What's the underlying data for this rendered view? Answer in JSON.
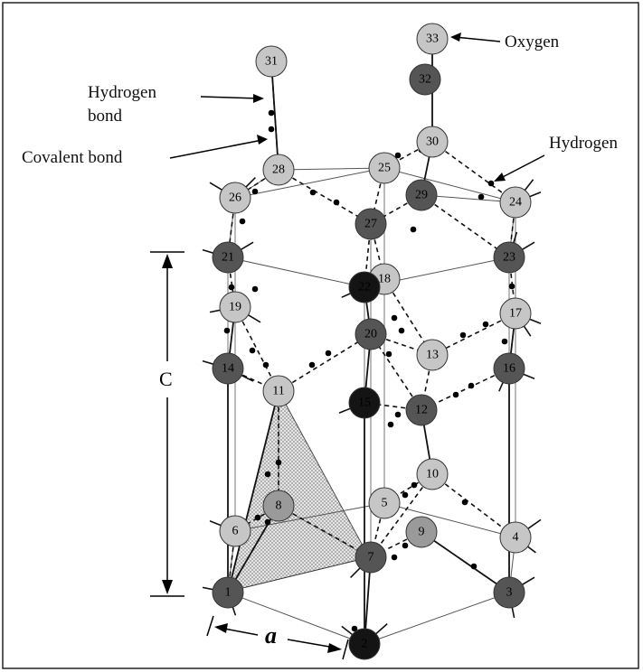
{
  "labels": {
    "oxygen": "Oxygen",
    "hydrogen": "Hydrogen",
    "hydrogen_bond_line1": "Hydrogen",
    "hydrogen_bond_line2": "bond",
    "covalent_bond": "Covalent bond",
    "axis_c": "C",
    "axis_a": "a"
  },
  "atoms": [
    {
      "id": "1",
      "shade": "dark"
    },
    {
      "id": "2",
      "shade": "black"
    },
    {
      "id": "3",
      "shade": "dark"
    },
    {
      "id": "4",
      "shade": "light"
    },
    {
      "id": "5",
      "shade": "light"
    },
    {
      "id": "6",
      "shade": "light"
    },
    {
      "id": "7",
      "shade": "dark"
    },
    {
      "id": "8",
      "shade": "mid"
    },
    {
      "id": "9",
      "shade": "mid"
    },
    {
      "id": "10",
      "shade": "light"
    },
    {
      "id": "11",
      "shade": "light"
    },
    {
      "id": "12",
      "shade": "dark"
    },
    {
      "id": "13",
      "shade": "light"
    },
    {
      "id": "14",
      "shade": "dark"
    },
    {
      "id": "15",
      "shade": "black"
    },
    {
      "id": "16",
      "shade": "dark"
    },
    {
      "id": "17",
      "shade": "light"
    },
    {
      "id": "18",
      "shade": "light"
    },
    {
      "id": "19",
      "shade": "light"
    },
    {
      "id": "20",
      "shade": "dark"
    },
    {
      "id": "21",
      "shade": "dark"
    },
    {
      "id": "22",
      "shade": "black"
    },
    {
      "id": "23",
      "shade": "dark"
    },
    {
      "id": "24",
      "shade": "light"
    },
    {
      "id": "25",
      "shade": "light"
    },
    {
      "id": "26",
      "shade": "light"
    },
    {
      "id": "27",
      "shade": "dark"
    },
    {
      "id": "28",
      "shade": "light"
    },
    {
      "id": "29",
      "shade": "dark"
    },
    {
      "id": "30",
      "shade": "light"
    },
    {
      "id": "31",
      "shade": "light"
    },
    {
      "id": "32",
      "shade": "dark"
    },
    {
      "id": "33",
      "shade": "light"
    }
  ],
  "colors": {
    "light": "#c6c6c6",
    "mid": "#9a9a9a",
    "dark": "#555555",
    "black": "#141414",
    "line": "#333333",
    "tetra": "#cfcfcf"
  }
}
